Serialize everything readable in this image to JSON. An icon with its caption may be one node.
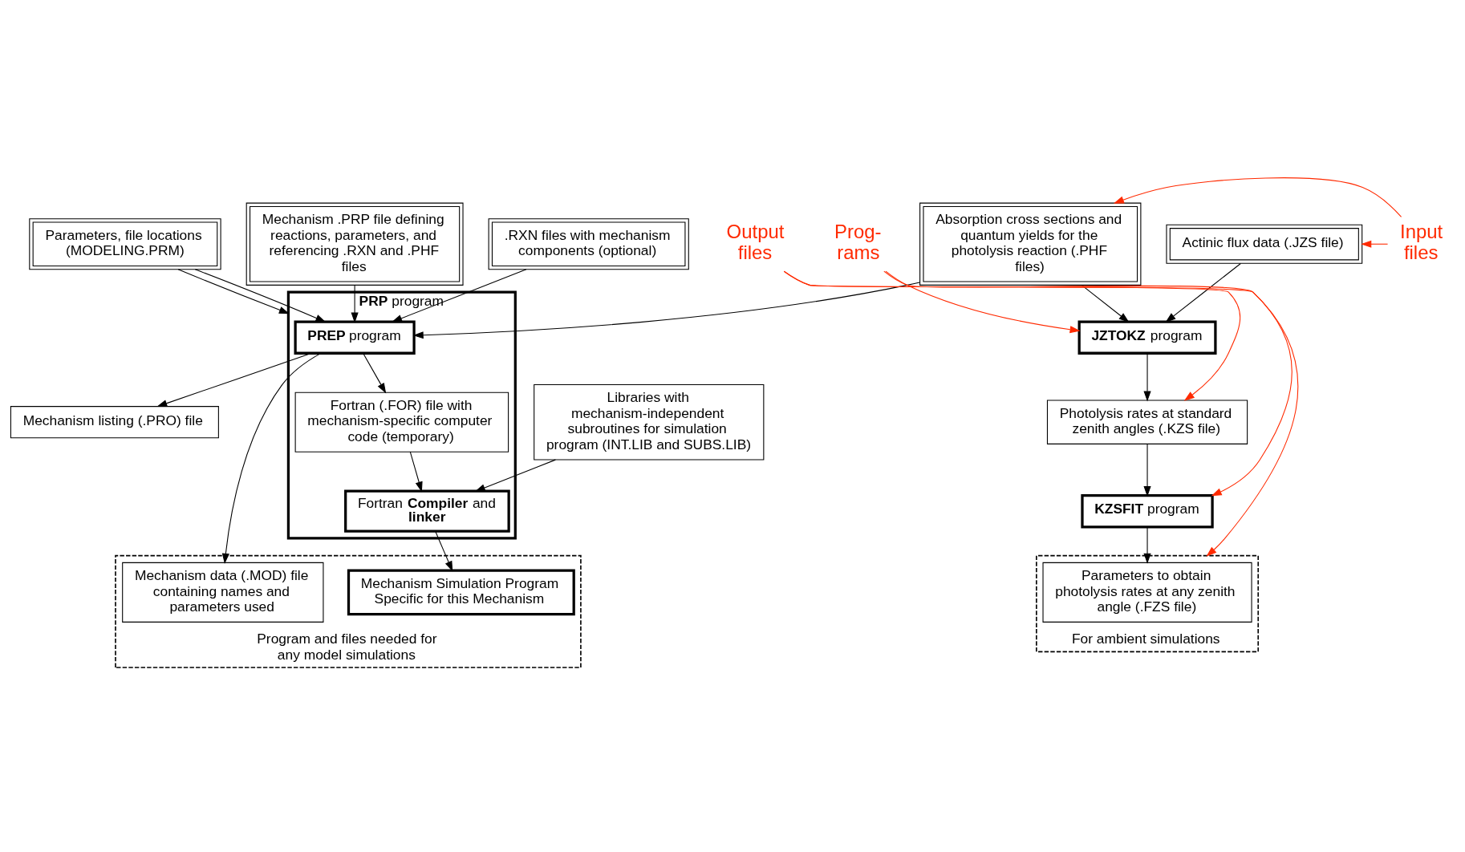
{
  "diagram": {
    "nodes": [
      {
        "text": [
          ".RXN files with mechanism components (optional)"
        ]
      },
      {
        "text": [
          "Mechanism .PRP file defining reactions, parameters, and referencing .RXN and .PHF files"
        ]
      },
      {
        "text": [
          "Absorption cross sections and quantum yields for the photolysis reaction (.PHF files)"
        ]
      },
      {
        "text": [
          "Parameters, file locations (MODELING.PRM)"
        ]
      },
      {
        "text": [
          "**PRP** program"
        ]
      },
      {
        "text": [
          "**PREP** program"
        ],
        "in": 4
      },
      {
        "text": [
          "Fortran (.FOR) file with mechanism-specific computer code (temporary)"
        ],
        "in": 4
      },
      {
        "text": [
          "Fortran **Compiler** and **linker**"
        ],
        "in": 4
      },
      {
        "text": [
          "Mechanism listing (.PRO) file"
        ]
      },
      {
        "text": [
          "Libraries with mechanism-independent subroutines for simulation program (INT.LIB and SUBS.LIB)"
        ]
      },
      {
        "text": [
          "Actinic flux data (.JZS file)"
        ]
      },
      {
        "text": [
          "**JZTOKZ** program"
        ]
      },
      {
        "text": [
          "Photolysis rates at standard zenith angles (.KZS file)"
        ]
      },
      {
        "text": [
          "**KZSFIT** program"
        ]
      },
      {
        "text": [
          "Program and files needed for any model simulations"
        ]
      },
      {
        "text": [
          "Mechanism Simulation Program Specific for this Mechanism"
        ],
        "in": 14
      },
      {
        "text": [
          "Mechanism data (.MOD) file containing names and parameters used"
        ],
        "in": 14
      },
      {
        "text": [
          "For ambient simulations"
        ]
      },
      {
        "text": [
          "Parameters to obtain photolysis rates at any zenith angle (.FZS file)"
        ],
        "in": 17
      },
      {
        "text": [
          "Input files"
        ]
      },
      {
        "text": [
          "Prog- rams"
        ]
      },
      {
        "text": [
          "Output files"
        ]
      }
    ],
    "edges": [
      {
        "from": 0,
        "to": 5,
        "arrow": "to"
      },
      {
        "from": 1,
        "to": 5,
        "arrow": "to"
      },
      {
        "from": 2,
        "to": 5,
        "arrow": "to"
      },
      {
        "from": 3,
        "to": 4,
        "arrow": "to"
      },
      {
        "from": 3,
        "to": 5,
        "arrow": "to"
      },
      {
        "from": 5,
        "to": 8,
        "arrow": "to"
      },
      {
        "from": 5,
        "to": 6,
        "arrow": "to"
      },
      {
        "from": 6,
        "to": 7,
        "arrow": "to"
      },
      {
        "from": 9,
        "to": 7,
        "arrow": "to"
      },
      {
        "from": 7,
        "to": 15,
        "arrow": "to"
      },
      {
        "from": 5,
        "to": 16,
        "arrow": "to"
      },
      {
        "from": 2,
        "to": 11,
        "arrow": "to"
      },
      {
        "from": 10,
        "to": 11,
        "arrow": "to"
      },
      {
        "from": 11,
        "to": 12,
        "arrow": "to"
      },
      {
        "from": 12,
        "to": 13,
        "arrow": "to"
      },
      {
        "from": 13,
        "to": 18,
        "arrow": "to"
      },
      {
        "from": 19,
        "to": 2,
        "arrow": "to",
        "color": "#ff2a00"
      },
      {
        "from": 19,
        "to": 10,
        "arrow": "to",
        "color": "#ff2a00"
      },
      {
        "from": 20,
        "to": 11,
        "arrow": "to",
        "color": "#ff2a00"
      },
      {
        "from": 20,
        "to": 13,
        "arrow": "to",
        "color": "#ff2a00"
      },
      {
        "from": 21,
        "to": 12,
        "arrow": "to",
        "color": "#ff2a00"
      },
      {
        "from": 21,
        "to": 17,
        "arrow": "to",
        "color": "#ff2a00"
      }
    ]
  }
}
